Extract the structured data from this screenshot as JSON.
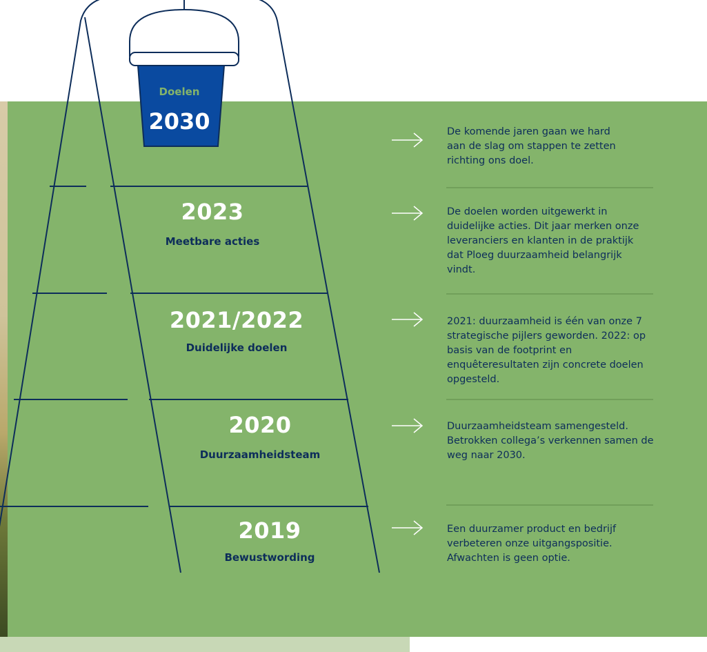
{
  "bucket": {
    "label": "Doelen",
    "year": "2030"
  },
  "steps": [
    {
      "year": "2023",
      "subtitle": "Meetbare acties"
    },
    {
      "year": "2021/2022",
      "subtitle": "Duidelijke doelen"
    },
    {
      "year": "2020",
      "subtitle": "Duurzaamheidsteam"
    },
    {
      "year": "2019",
      "subtitle": "Bewustwording"
    }
  ],
  "descriptions": [
    {
      "text": "De komende jaren gaan we hard aan de slag om stappen te zetten richting ons doel."
    },
    {
      "text": "De doelen worden uitgewerkt in duidelijke acties. Dit jaar merken onze leveranciers en klanten in de praktijk dat Ploeg duurzaamheid belangrijk vindt."
    },
    {
      "text": "2021: duurzaamheid is één van onze 7 strategische pijlers geworden. 2022: op basis van de footprint en enquêteresultaten zijn concrete doelen opgesteld."
    },
    {
      "text": "Duurzaamheidsteam samengesteld. Betrokken collega’s verkennen samen de weg naar 2030."
    },
    {
      "text": "Een duurzamer product en bedrijf verbeteren onze uitgangspositie. Afwachten is geen optie."
    }
  ],
  "colors": {
    "green": "#84b46b",
    "navy": "#0d2d5a",
    "bucket_blue": "#0a4aa0",
    "white": "#ffffff"
  },
  "icons": [
    "bucket-icon",
    "arrow-right-icon"
  ]
}
